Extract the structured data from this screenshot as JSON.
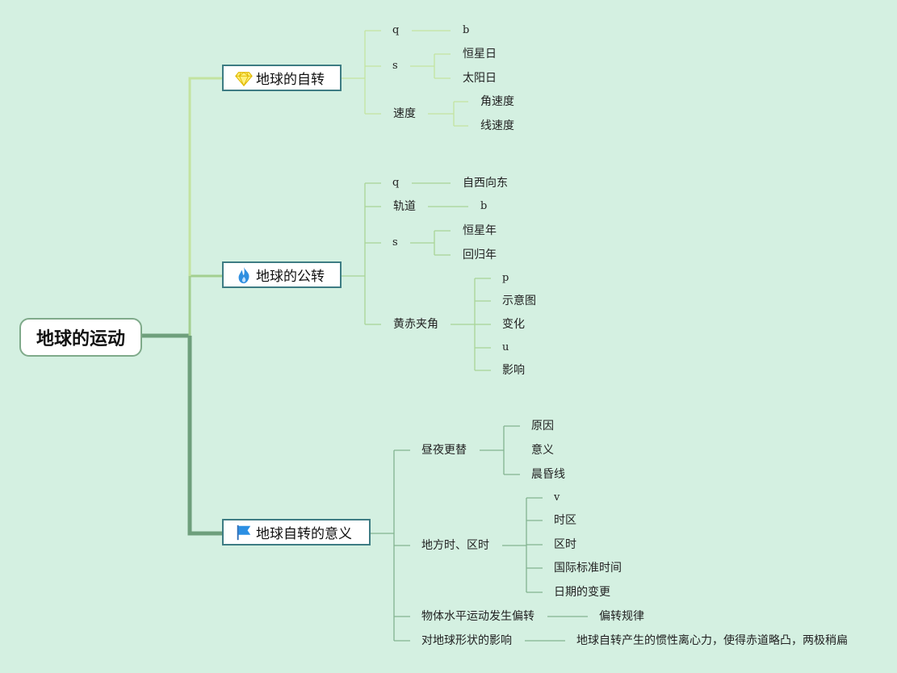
{
  "root": {
    "label": "地球的运动"
  },
  "branch1": {
    "label": "地球的自转",
    "icon": "diamond-icon",
    "color": "#c3e3a0",
    "items": {
      "q": {
        "label": "q",
        "child": "b"
      },
      "s": {
        "label": "s",
        "children": [
          "恒星日",
          "太阳日"
        ]
      },
      "speed": {
        "label": "速度",
        "children": [
          "角速度",
          "线速度"
        ]
      }
    }
  },
  "branch2": {
    "label": "地球的公转",
    "icon": "flame-icon",
    "color": "#9ccb8e",
    "items": {
      "q": {
        "label": "q",
        "child": "自西向东"
      },
      "orbit": {
        "label": "轨道",
        "child": "b"
      },
      "s": {
        "label": "s",
        "children": [
          "恒星年",
          "回归年"
        ]
      },
      "obliquity": {
        "label": "黄赤夹角",
        "children": [
          "p",
          "示意图",
          "变化",
          "u",
          "影响"
        ]
      }
    }
  },
  "branch3": {
    "label": "地球自转的意义",
    "icon": "flag-icon",
    "color": "#79ab87",
    "items": {
      "daynight": {
        "label": "昼夜更替",
        "children": [
          "原因",
          "意义",
          "晨昏线"
        ]
      },
      "localtime": {
        "label": "地方时、区时",
        "children": [
          "v",
          "时区",
          "区时",
          "国际标准时间",
          "日期的变更"
        ]
      },
      "deflection": {
        "label": "物体水平运动发生偏转",
        "child": "偏转规律"
      },
      "shape": {
        "label": "对地球形状的影响",
        "child": "地球自转产生的惯性离心力，使得赤道略凸，两极稍扁"
      }
    }
  }
}
